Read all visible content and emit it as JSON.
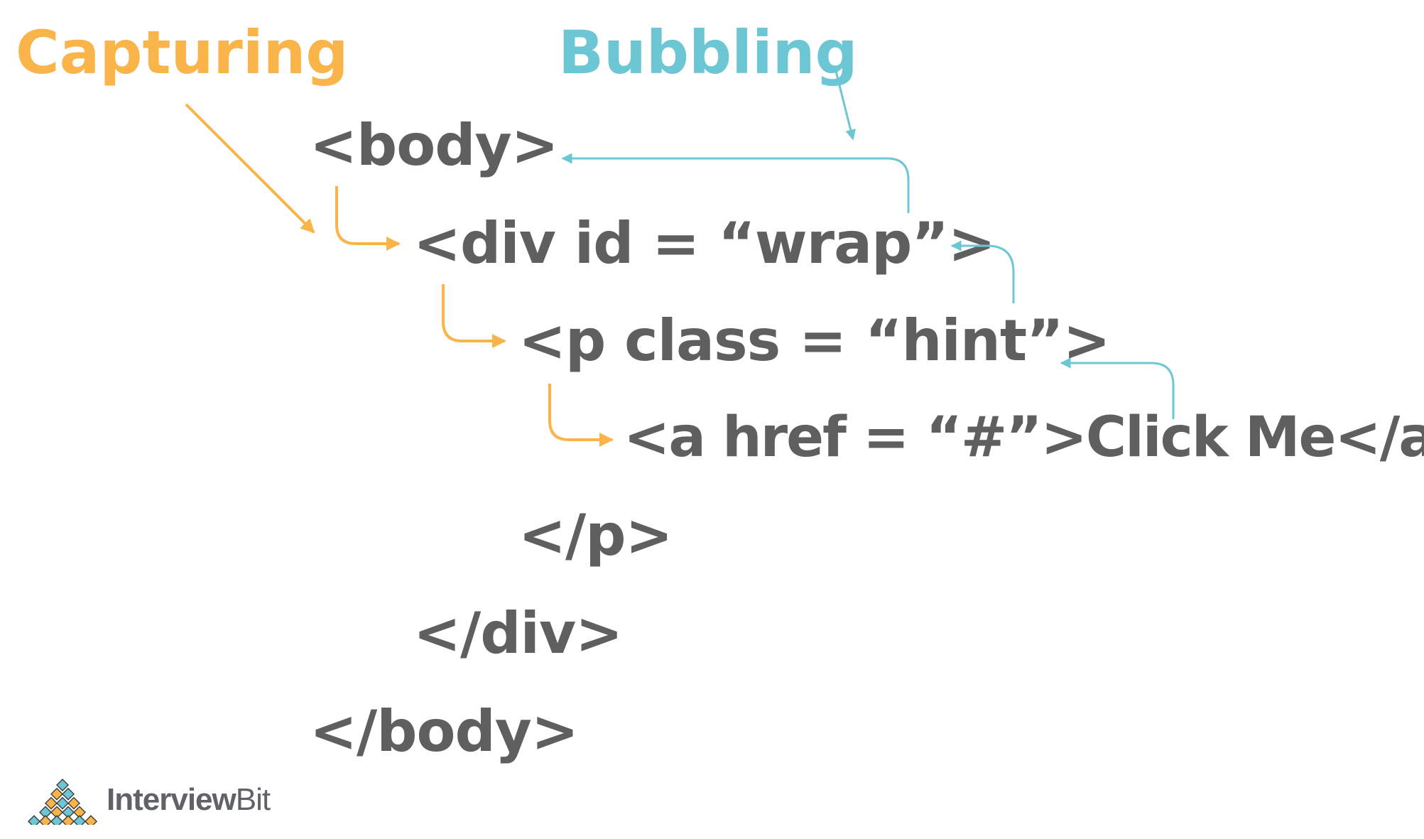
{
  "colors": {
    "capturing": "#F9B44A",
    "bubbling": "#6CC6D3",
    "code": "#5F5F5F",
    "brand_text": "#5F6368"
  },
  "labels": {
    "capturing": "Capturing",
    "bubbling": "Bubbling"
  },
  "code_lines": [
    "<body>",
    "<div id = “wrap”>",
    "<p class = “hint”>",
    "<a href = “#”>Click Me</a>",
    "</p>",
    "</div>",
    "</body>"
  ],
  "brand": {
    "name_part1": "Interview",
    "name_part2": "Bit",
    "icon": "interviewbit-diamond-grid-logo"
  }
}
